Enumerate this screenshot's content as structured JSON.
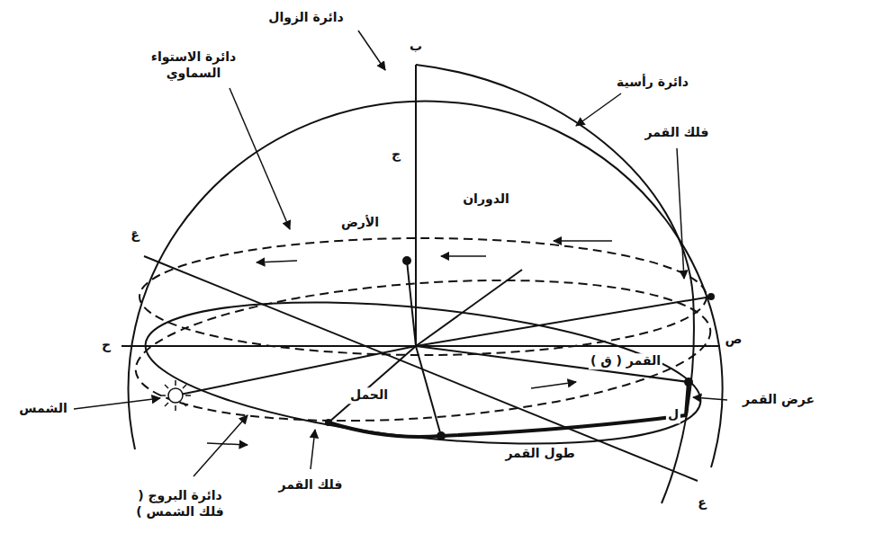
{
  "diagram": {
    "labels": [
      "دائرة الزوال",
      "دائرة الاستواء السماوي",
      "دائرة رأسية",
      "فلك القمر",
      "ب",
      "عَ",
      "ج",
      "الأرض",
      "الدوران",
      "ح",
      "ص",
      "القمر ( ق )",
      "عرض القمر",
      "ل",
      "طول القمر",
      "ع",
      "الشمس",
      "دائرة البروج ( فلك الشمس )",
      "فلك القمر",
      "الحمل"
    ]
  }
}
